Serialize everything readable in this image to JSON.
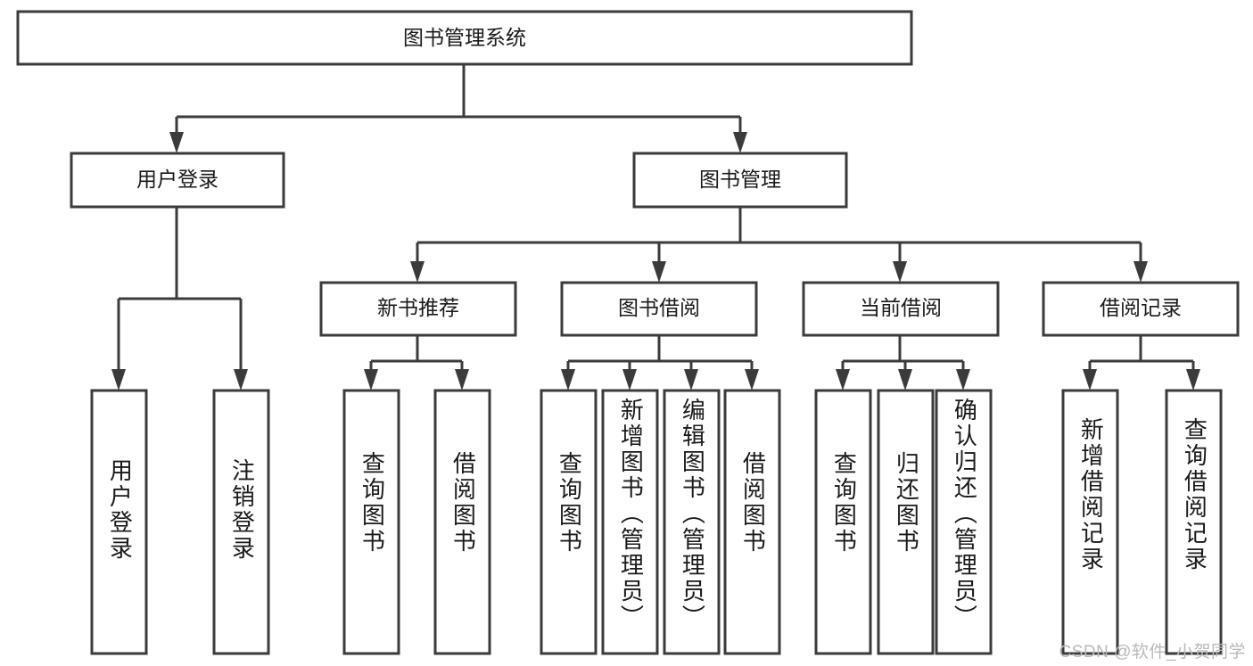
{
  "diagram": {
    "type": "tree-hierarchy-chart",
    "title_node": {
      "label": "图书管理系统"
    },
    "level2": [
      {
        "id": "user-login",
        "label": "用户登录"
      },
      {
        "id": "book-management",
        "label": "图书管理"
      }
    ],
    "level3": [
      {
        "id": "new-book-recommend",
        "label": "新书推荐"
      },
      {
        "id": "book-borrow",
        "label": "图书借阅"
      },
      {
        "id": "current-borrow",
        "label": "当前借阅"
      },
      {
        "id": "borrow-record",
        "label": "借阅记录"
      }
    ],
    "leaves": [
      {
        "id": "leaf-user-login",
        "label": "用户登录",
        "parent": "user-login"
      },
      {
        "id": "leaf-logout-login",
        "label": "注销登录",
        "parent": "user-login"
      },
      {
        "id": "leaf-query-book-1",
        "label": "查询图书",
        "parent": "new-book-recommend"
      },
      {
        "id": "leaf-borrow-book-1",
        "label": "借阅图书",
        "parent": "new-book-recommend"
      },
      {
        "id": "leaf-query-book-2",
        "label": "查询图书",
        "parent": "book-borrow"
      },
      {
        "id": "leaf-add-book",
        "label": "新增图书（管理员）",
        "parent": "book-borrow"
      },
      {
        "id": "leaf-edit-book",
        "label": "编辑图书（管理员）",
        "parent": "book-borrow"
      },
      {
        "id": "leaf-borrow-book-2",
        "label": "借阅图书",
        "parent": "book-borrow"
      },
      {
        "id": "leaf-query-book-3",
        "label": "查询图书",
        "parent": "current-borrow"
      },
      {
        "id": "leaf-return-book",
        "label": "归还图书",
        "parent": "current-borrow"
      },
      {
        "id": "leaf-confirm-return",
        "label": "确认归还（管理员）",
        "parent": "current-borrow"
      },
      {
        "id": "leaf-add-record",
        "label": "新增借阅记录",
        "parent": "borrow-record"
      },
      {
        "id": "leaf-query-record",
        "label": "查询借阅记录",
        "parent": "borrow-record"
      }
    ],
    "colors": {
      "stroke": "#3b3b3b",
      "fill": "#ffffff",
      "text": "#1a1a1a",
      "watermark": "#b9b9b9"
    }
  },
  "watermark": {
    "text": "CSDN @软件_小贺同学"
  }
}
